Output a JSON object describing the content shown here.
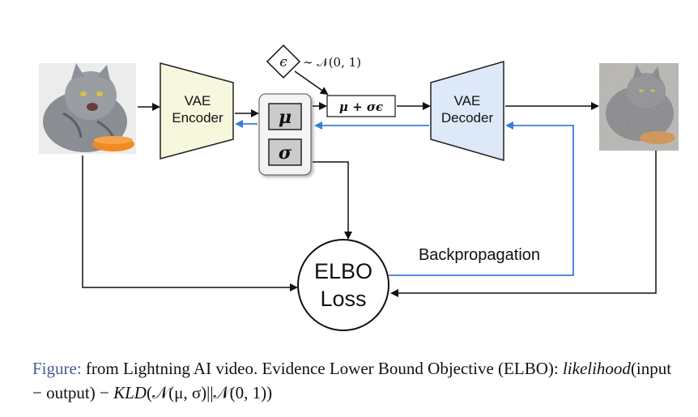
{
  "diagram": {
    "encoder": {
      "line1": "VAE",
      "line2": "Encoder"
    },
    "decoder": {
      "line1": "VAE",
      "line2": "Decoder"
    },
    "latent": {
      "mu": "μ",
      "sigma": "σ"
    },
    "noise": {
      "symbol": "ϵ",
      "distribution": "∼ 𝒩(0, 1)"
    },
    "reparam": "μ + σϵ",
    "loss": {
      "line1": "ELBO",
      "line2": "Loss"
    },
    "backprop_label": "Backpropagation",
    "colors": {
      "encoder_fill": "#f6f7dc",
      "decoder_fill": "#dde9f8",
      "backprop": "#3a7be0",
      "latent_fill": "#c9ccc9"
    }
  },
  "caption": {
    "lead": "Figure:",
    "text1": " from Lightning AI video. Evidence Lower Bound Objective (ELBO): ",
    "likelihood": "likelihood",
    "text2": "(input − output) − ",
    "kld": "KLD",
    "text3": "(𝒩(μ, σ)||𝒩(0, 1))"
  }
}
